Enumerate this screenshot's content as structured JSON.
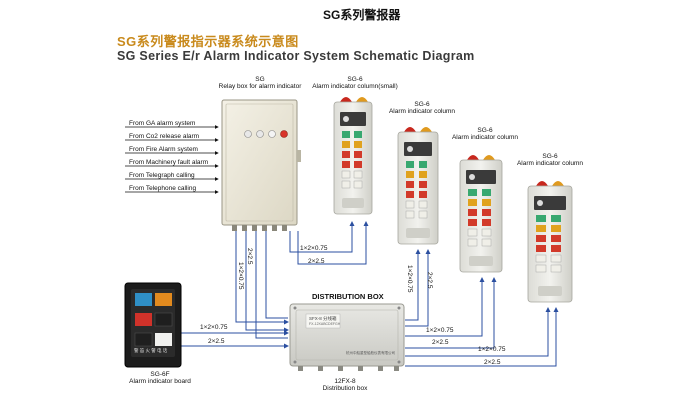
{
  "header": {
    "main_title": "SG系列警报器",
    "subtitle_cn": "SG系列警报指示器系统示意图",
    "subtitle_en": "SG Series E/r Alarm Indicator System Schematic Diagram"
  },
  "relay_box": {
    "code": "SG",
    "label": "Relay box for alarm indicator"
  },
  "inputs": [
    "From GA alarm system",
    "From Co2 release alarm",
    "From Fire Alarm system",
    "From Machinery fault alarm",
    "From Telegraph calling",
    "From Telephone calling"
  ],
  "columns": [
    {
      "code": "SG-6",
      "label": "Alarm indicator column(small)"
    },
    {
      "code": "SG-6",
      "label": "Alarm indicator column"
    },
    {
      "code": "SG-6",
      "label": "Alarm indicator column"
    },
    {
      "code": "SG-6",
      "label": "Alarm indicator column"
    }
  ],
  "distribution_box": {
    "title": "DISTRIBUTION BOX",
    "code": "12FX-8",
    "label": "Distribution box",
    "plate_text": "SFX-8 分线箱",
    "plate_sub": "FX-12XABCDEFGH",
    "maker": "杭州中船重型船舶仪表有限公司"
  },
  "board": {
    "code": "SG-6F",
    "label": "Alarm indicator board",
    "footer": "警  笛  火  警  电  话"
  },
  "cables": {
    "signal": "1×2×0.75",
    "power": "2×2.5"
  },
  "colors": {
    "title_cn": "#c98a1c",
    "wire": "#2b4fa0",
    "beacon_red": "#c8281e",
    "beacon_amber": "#e09a1e"
  }
}
